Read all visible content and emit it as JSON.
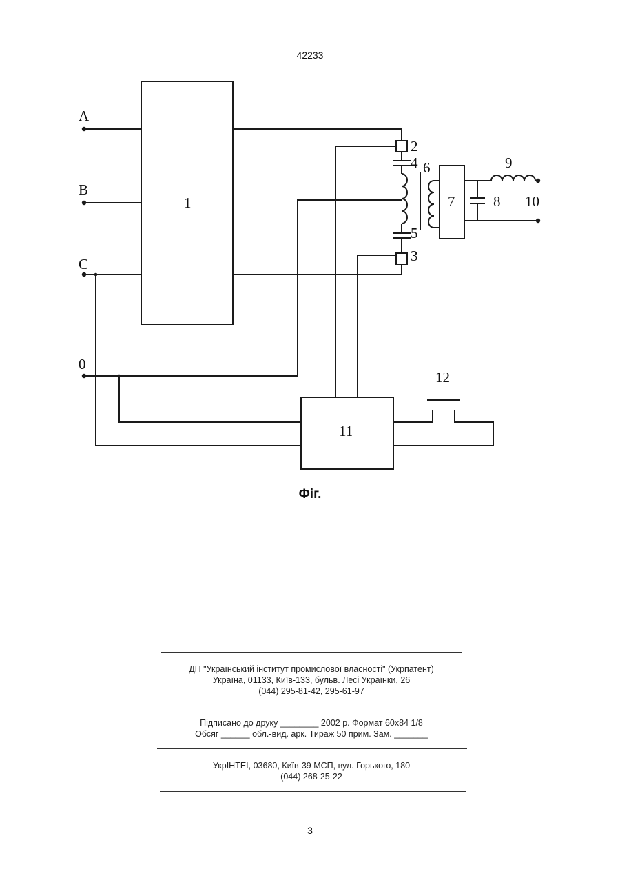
{
  "header": {
    "patent_number": "42233"
  },
  "figure": {
    "caption": "Фіг.",
    "labels": {
      "input_a": "A",
      "input_b": "B",
      "input_c": "C",
      "input_0": "0",
      "block_1": "1",
      "ref_2": "2",
      "ref_3": "3",
      "ref_4": "4",
      "ref_5": "5",
      "ref_6": "6",
      "block_7": "7",
      "ref_8": "8",
      "ref_9": "9",
      "ref_10": "10",
      "block_11": "11",
      "ref_12": "12"
    }
  },
  "imprint": {
    "publisher_line1": "ДП \"Український інститут промислової власності\" (Укрпатент)",
    "publisher_line2": "Україна, 01133, Київ-133, бульв. Лесі Українки, 26",
    "publisher_line3": "(044) 295-81-42, 295-61-97",
    "signed_line": "Підписано до друку ________ 2002 р.    Формат 60х84 1/8",
    "volume_line": "Обсяг ______ обл.-вид. арк.   Тираж 50 прим.    Зам. _______",
    "printer_line1": "УкрІНТЕІ, 03680, Київ-39 МСП, вул. Горького, 180",
    "printer_line2": "(044) 268-25-22"
  },
  "footer": {
    "page_number": "3"
  }
}
